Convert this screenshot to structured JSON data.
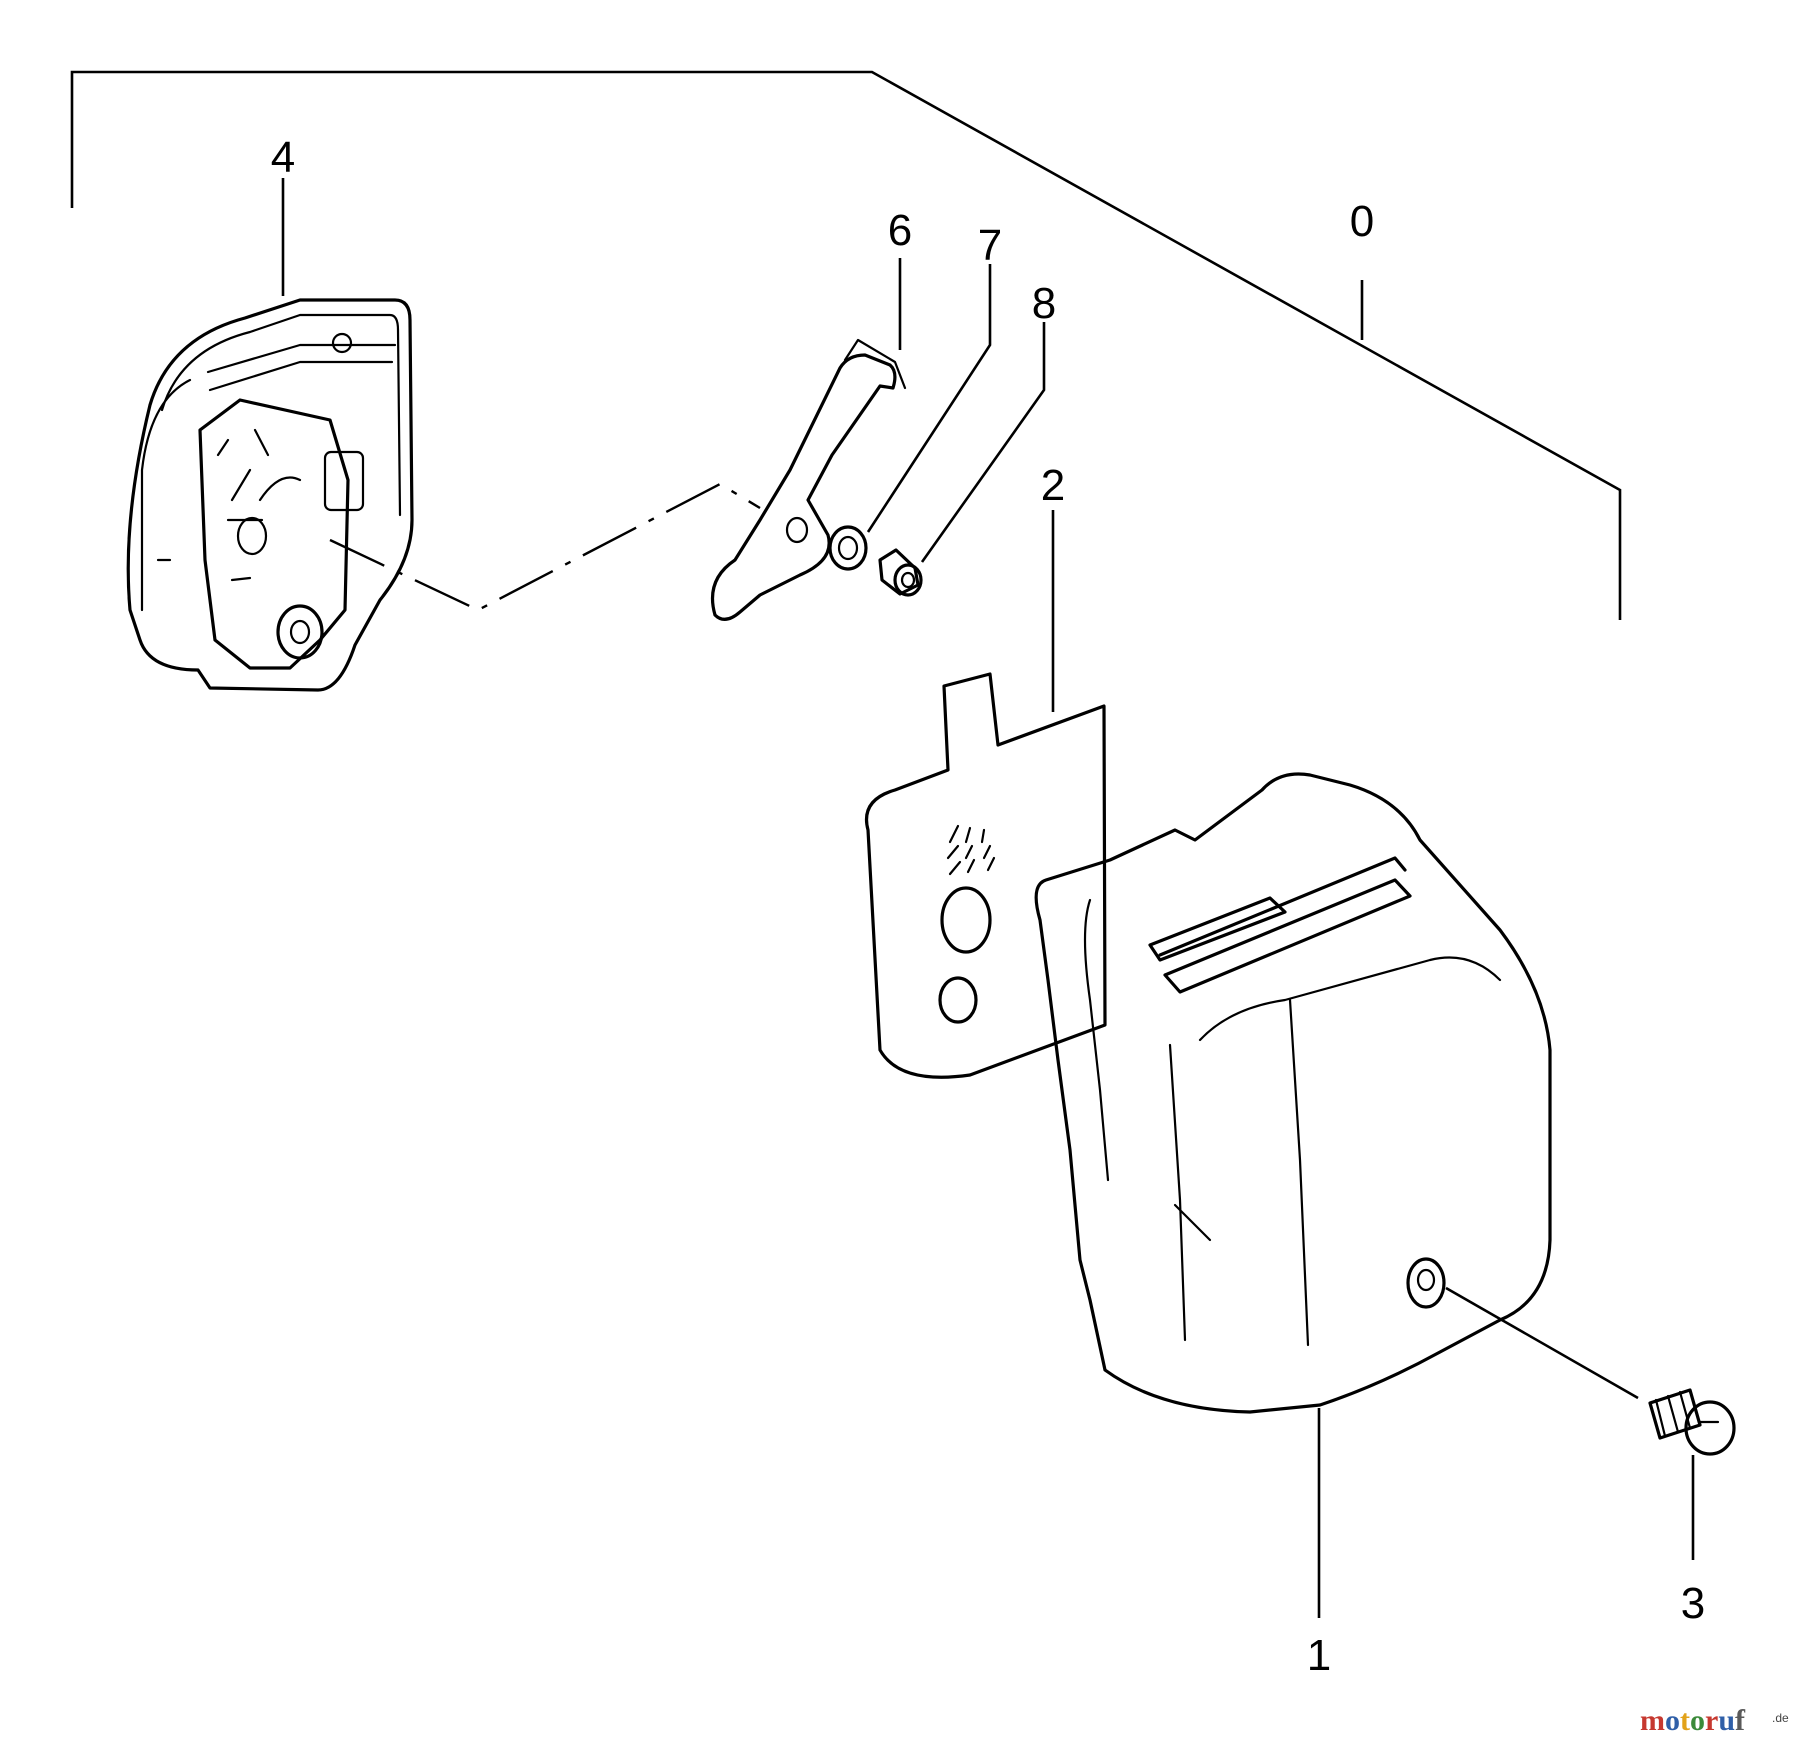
{
  "callouts": {
    "c0": "0",
    "c1": "1",
    "c2": "2",
    "c3": "3",
    "c4": "4",
    "c6": "6",
    "c7": "7",
    "c8": "8"
  },
  "watermark": {
    "m": "m",
    "o1": "o",
    "t": "t",
    "o2": "o",
    "r": "r",
    "u": "u",
    "f": "f",
    "suffix": ".de"
  }
}
